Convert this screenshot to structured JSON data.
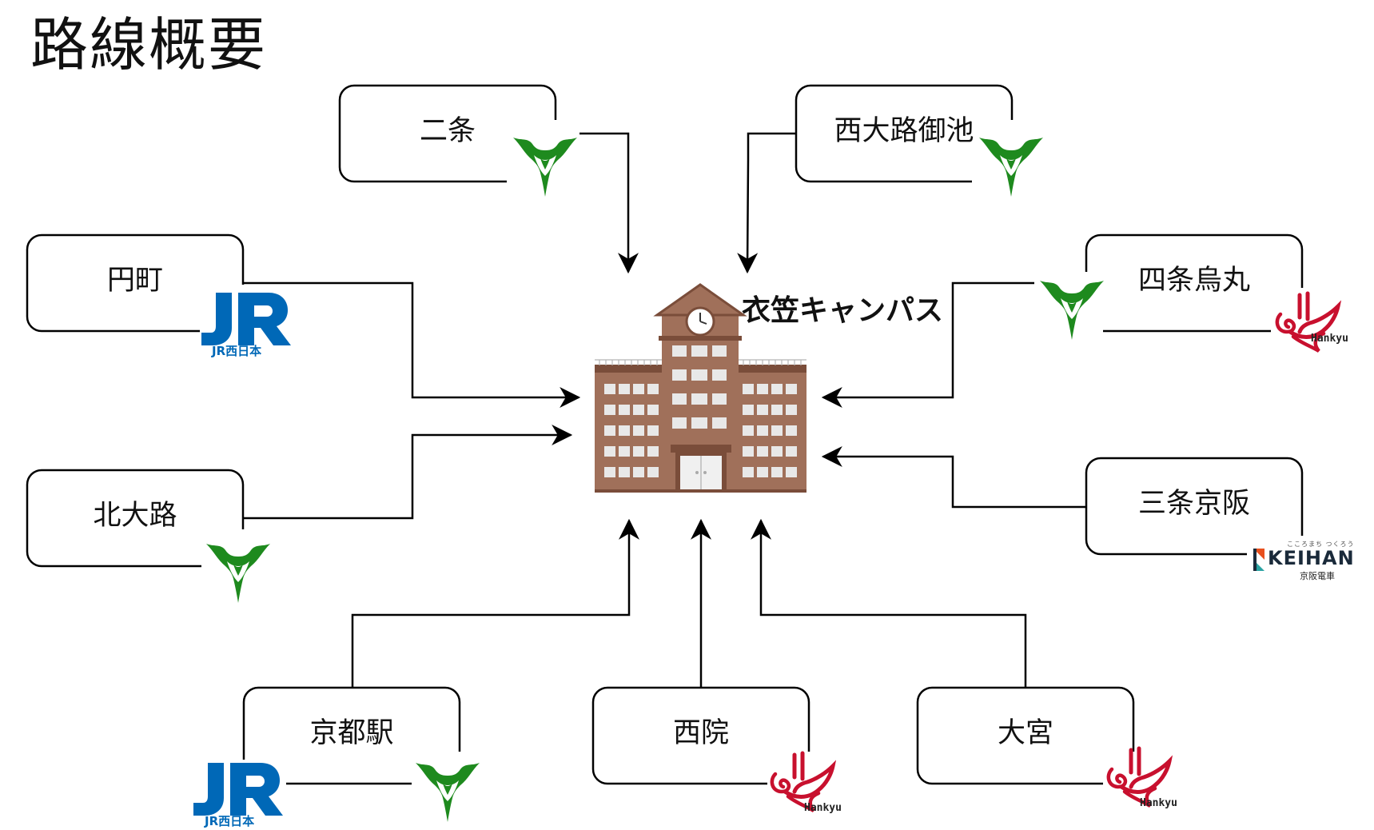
{
  "title": "路線概要",
  "campus": {
    "name": "衣笠キャンパス",
    "icon": "school-building-icon"
  },
  "stations": {
    "nijo": {
      "name": "二条",
      "lines": [
        "kyoto-city-subway"
      ]
    },
    "nishioji_oike": {
      "name": "西大路御池",
      "lines": [
        "kyoto-city-subway"
      ]
    },
    "emmachi": {
      "name": "円町",
      "lines": [
        "jr-west"
      ]
    },
    "shijo_karasuma": {
      "name": "四条烏丸",
      "lines": [
        "kyoto-city-subway",
        "hankyu"
      ]
    },
    "kitaoji": {
      "name": "北大路",
      "lines": [
        "kyoto-city-subway"
      ]
    },
    "sanjo_keihan": {
      "name": "三条京阪",
      "lines": [
        "keihan"
      ]
    },
    "kyoto_station": {
      "name": "京都駅",
      "lines": [
        "jr-west",
        "kyoto-city-subway"
      ]
    },
    "saiin": {
      "name": "西院",
      "lines": [
        "hankyu"
      ]
    },
    "omiya": {
      "name": "大宮",
      "lines": [
        "hankyu"
      ]
    }
  },
  "logos": {
    "jr": {
      "mark": "JR",
      "sub": "JR西日本",
      "color": "#0068b7"
    },
    "hankyu": {
      "text": "Hankyu",
      "color": "#c8102e"
    },
    "keihan": {
      "text": "KEIHAN",
      "sub": "京阪電車",
      "tagline": "こころまち つくろう",
      "color": "#1a2a3a",
      "accent": "#e8501e"
    },
    "subway": {
      "icon": "kyoto-city-subway-icon",
      "color": "#1e8a1e"
    }
  },
  "colors": {
    "line": "#000000",
    "brick": "#a0705a",
    "brick_dark": "#7a4d3a"
  }
}
